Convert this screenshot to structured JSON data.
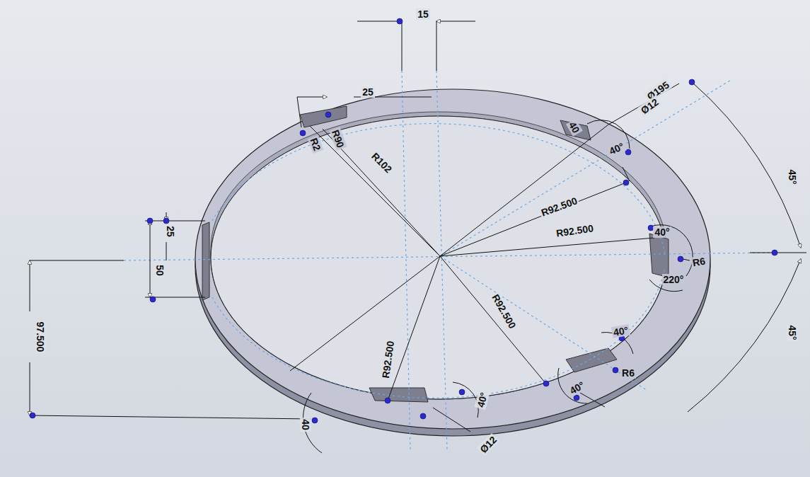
{
  "diagram": {
    "labels": [
      "15",
      "25",
      "R2",
      "R90",
      "R102",
      "Ø195",
      "Ø12",
      "40",
      "40°",
      "45°",
      "R92.500",
      "R92.500",
      "40°",
      "R6",
      "220°",
      "45°",
      "40°",
      "R6",
      "40°",
      "R92.500",
      "R92.500",
      "25",
      "50",
      "97.500",
      "40",
      "40°",
      "Ø12"
    ]
  }
}
